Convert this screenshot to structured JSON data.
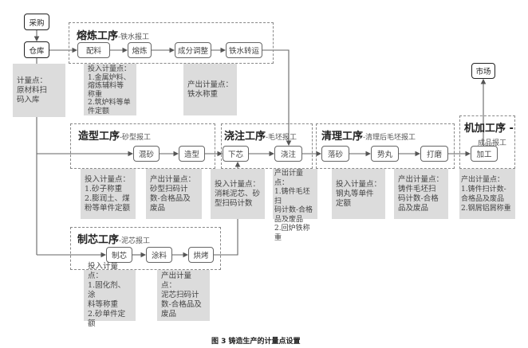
{
  "nodes": {
    "caigou": "采购",
    "cangku": "仓库",
    "shichang": "市场",
    "peiliao": "配料",
    "ronglian": "熔炼",
    "chengfen": "成分调整",
    "zhuanyun": "铁水转运",
    "hunsha": "混砂",
    "zaoxing": "造型",
    "xiaxin": "下芯",
    "jiaozhu": "浇注",
    "luosha": "落砂",
    "paowan": "势丸",
    "damo": "打磨",
    "jiagong": "加工",
    "zhixin": "制芯",
    "tuliao": "涂料",
    "hongkao": "烘烤"
  },
  "groups": {
    "ronglian": {
      "title": "熔炼工序",
      "sub": "-铁水报工"
    },
    "zaoxing": {
      "title": "造型工序",
      "sub": "-砂型报工"
    },
    "jiaozhu": {
      "title": "浇注工序",
      "sub": "-毛坯报工"
    },
    "qingli": {
      "title": "清理工序",
      "sub": "-清理后毛坯报工"
    },
    "jijia": {
      "title": "机加工序 -",
      "sub": "成品报工"
    },
    "zhixin": {
      "title": "制芯工序",
      "sub": "-泥芯报工"
    }
  },
  "notes": {
    "cangku": "计量点：\n原材料扫\n码入库",
    "ronglian_in": "投入计量点：\n1.金属炉料、\n  熔炼辅料等\n  称重\n2.筑炉料等单\n  件定额",
    "ronglian_out": "产出计量点：\n铁水称重",
    "zaoxing_in": "投入计量点：\n1.砂子称重\n2.膨润土、煤\n  粉等单件定额",
    "zaoxing_out": "产出计量点：\n砂型扫码计\n数-合格品及\n废品",
    "xiaxin_in": "投入计量点：\n消耗泥芯、砂\n型扫码计数",
    "jiaozhu_out": "产出计量点：\n1.铸件毛坯扫\n码计数-合格\n品及废品\n2.回炉铁称重",
    "qingli_in": "投入计量点：\n钢丸等单件\n定额",
    "qingli_out": "产出计量点：\n铸件毛坯扫\n码计数-合格\n品及废品",
    "jijia_out": "产出计量点：\n1.铸件扫计数-\n  合格品及废品\n2.钢屑铝屑称重",
    "zhixin_in": "投入计量点：\n1.固化剂、涂\n  料等称重\n2.砂单件定额",
    "zhixin_out": "产出计量点：\n泥芯扫码计\n数-合格品及\n废品"
  },
  "caption": "图 3   铸造生产的计量点设置"
}
